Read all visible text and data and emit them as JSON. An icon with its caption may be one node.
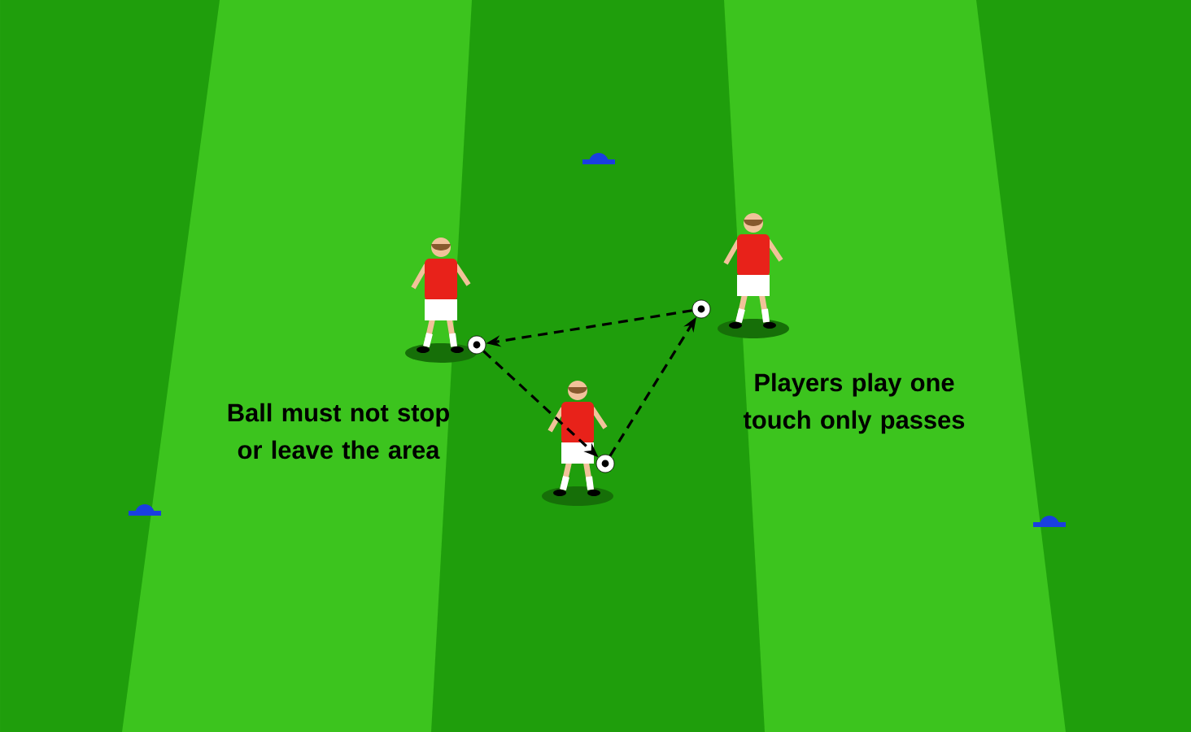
{
  "diagram": {
    "nodes": [
      {
        "text": [],
        "shape": "circle"
      },
      {
        "text": [],
        "shape": "circle"
      },
      {
        "text": [],
        "shape": "circle"
      }
    ],
    "edges": [
      {
        "from": 2,
        "to": 0,
        "arrow": "to",
        "style": "dashed"
      },
      {
        "from": 0,
        "to": 1,
        "arrow": "to",
        "style": "dashed"
      },
      {
        "from": 1,
        "to": 2,
        "arrow": "to",
        "style": "dashed"
      }
    ],
    "labels": [
      "Ball must not stop or leave the area",
      "Players play one touch only passes"
    ]
  }
}
